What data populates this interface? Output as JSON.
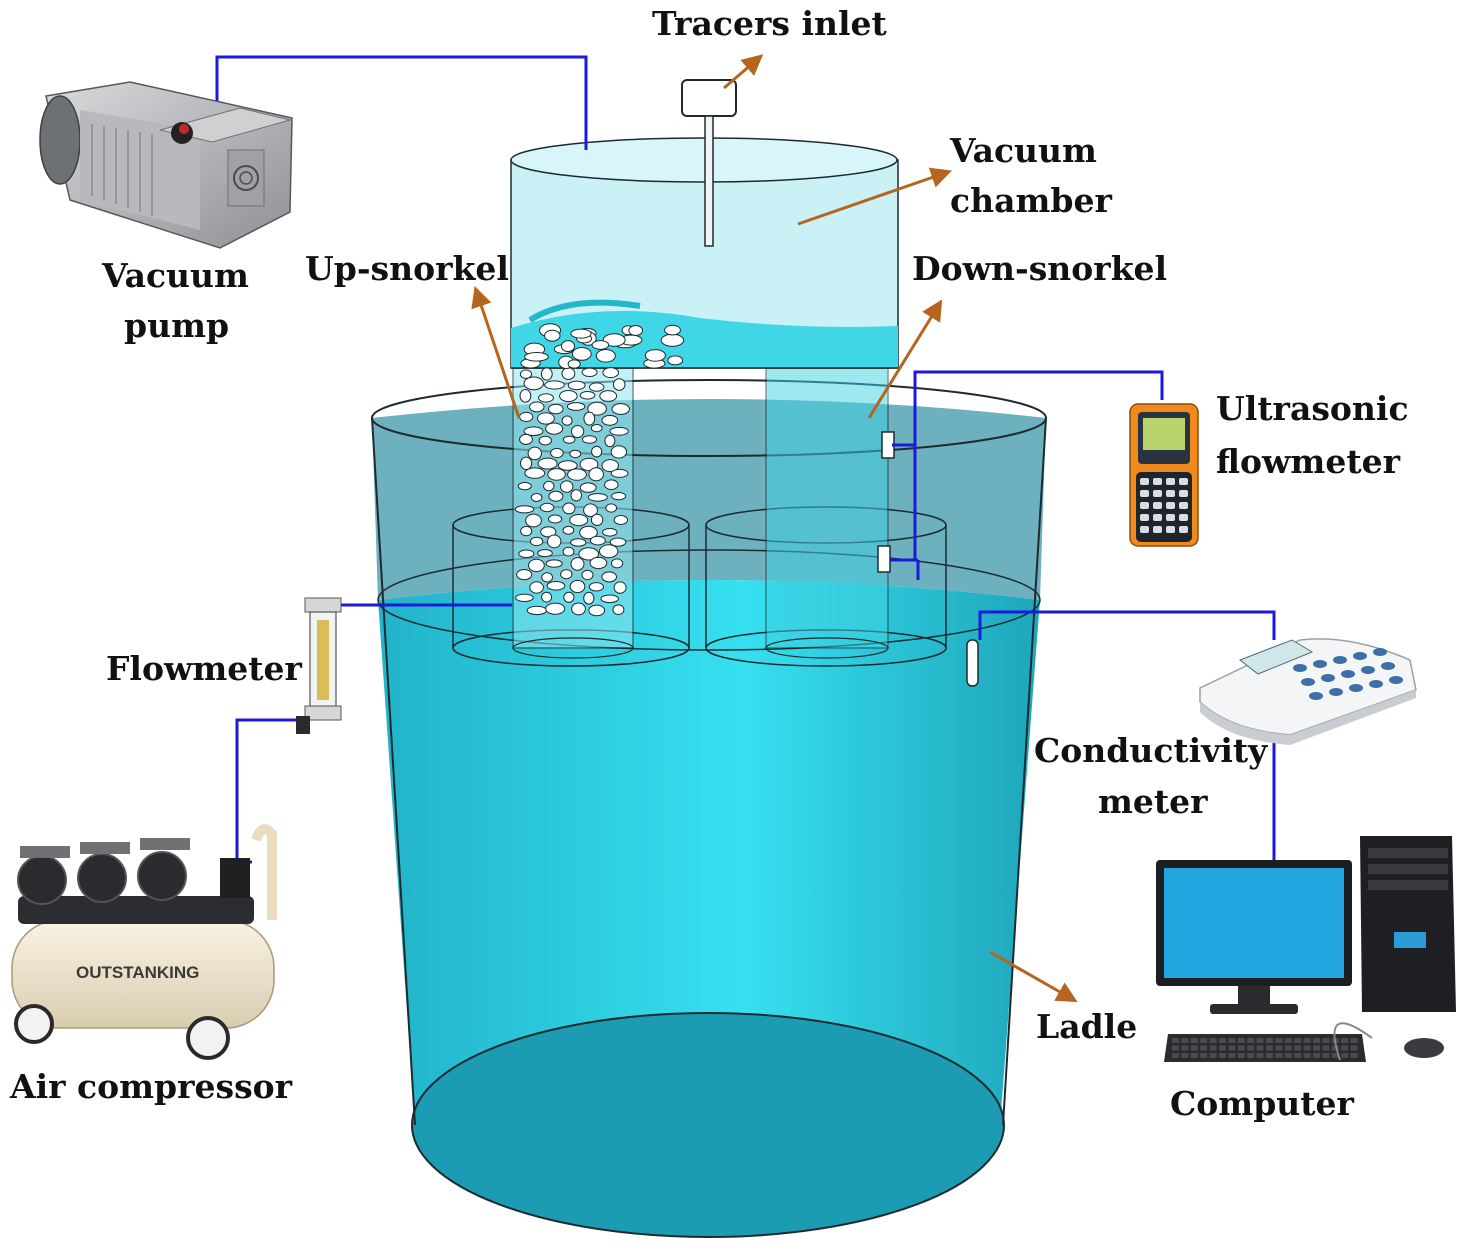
{
  "labels": {
    "tracers_inlet": "Tracers inlet",
    "vacuum_chamber_1": "Vacuum",
    "vacuum_chamber_2": "chamber",
    "vacuum_pump_1": "Vacuum",
    "vacuum_pump_2": "pump",
    "up_snorkel": "Up-snorkel",
    "down_snorkel": "Down-snorkel",
    "ultrasonic_1": "Ultrasonic",
    "ultrasonic_2": "flowmeter",
    "flowmeter": "Flowmeter",
    "conductivity_1": "Conductivity",
    "conductivity_2": "meter",
    "air_compressor": "Air compressor",
    "ladle": "Ladle",
    "computer": "Computer"
  },
  "compressor_brand": "OUTSTANKING",
  "colors": {
    "connection_line": "#1a1adb",
    "leader_arrow": "#b5651d",
    "water": "#2fd3e6",
    "water_dark": "#1aa9bd",
    "outline": "#2a3b40"
  },
  "icons": [
    "vacuum-pump-icon",
    "ultrasonic-flowmeter-icon",
    "rotameter-icon",
    "air-compressor-icon",
    "conductivity-meter-icon",
    "computer-icon"
  ]
}
